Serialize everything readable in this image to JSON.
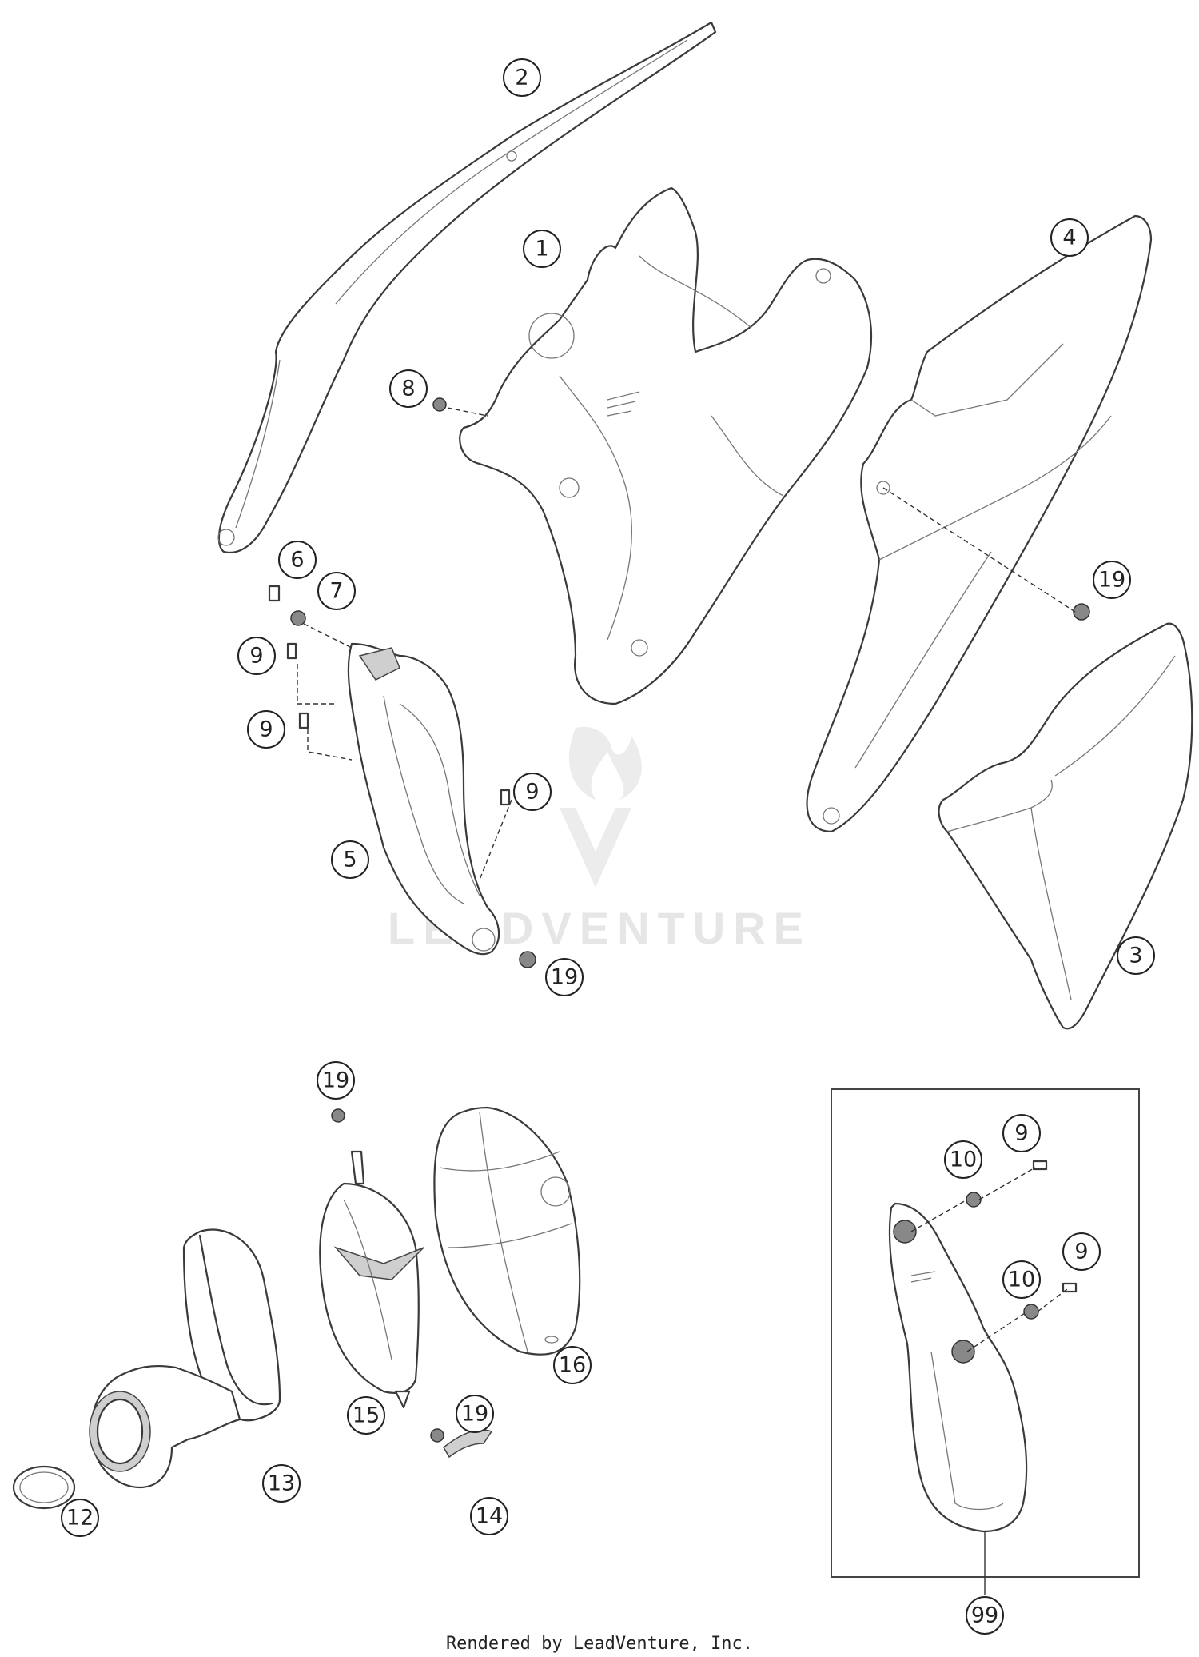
{
  "footer_text": "Rendered by LeadVenture, Inc.",
  "watermark_text": "LEADVENTURE",
  "callouts": [
    {
      "id": "c1",
      "label": "1"
    },
    {
      "id": "c2",
      "label": "2"
    },
    {
      "id": "c3",
      "label": "3"
    },
    {
      "id": "c4",
      "label": "4"
    },
    {
      "id": "c5",
      "label": "5"
    },
    {
      "id": "c6",
      "label": "6"
    },
    {
      "id": "c7",
      "label": "7"
    },
    {
      "id": "c8",
      "label": "8"
    },
    {
      "id": "c9a",
      "label": "9"
    },
    {
      "id": "c9b",
      "label": "9"
    },
    {
      "id": "c9c",
      "label": "9"
    },
    {
      "id": "c9d",
      "label": "9"
    },
    {
      "id": "c9e",
      "label": "9"
    },
    {
      "id": "c10a",
      "label": "10"
    },
    {
      "id": "c10b",
      "label": "10"
    },
    {
      "id": "c12",
      "label": "12"
    },
    {
      "id": "c13",
      "label": "13"
    },
    {
      "id": "c14",
      "label": "14"
    },
    {
      "id": "c15",
      "label": "15"
    },
    {
      "id": "c16",
      "label": "16"
    },
    {
      "id": "c19a",
      "label": "19"
    },
    {
      "id": "c19b",
      "label": "19"
    },
    {
      "id": "c19c",
      "label": "19"
    },
    {
      "id": "c19d",
      "label": "19"
    },
    {
      "id": "c99",
      "label": "99"
    }
  ]
}
